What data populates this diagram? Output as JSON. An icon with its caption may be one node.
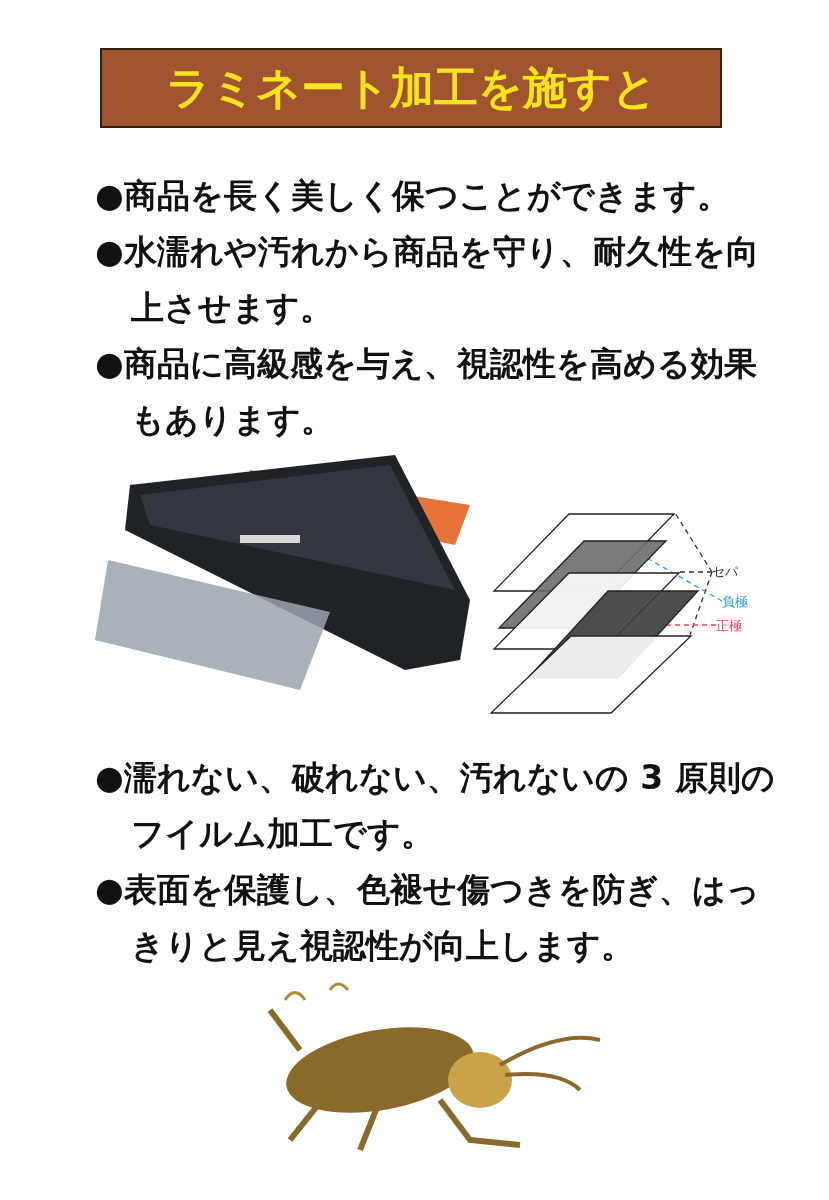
{
  "diagram": {
    "nodes": [
      {
        "text": [
          "ラミネート加工を施すと"
        ]
      },
      {
        "text": [],
        "shape": "parallelogram"
      },
      {
        "text": [],
        "shape": "parallelogram"
      },
      {
        "text": [],
        "shape": "parallelogram"
      },
      {
        "text": [],
        "shape": "parallelogram"
      },
      {
        "text": [],
        "shape": "parallelogram"
      },
      {
        "text": [
          "セパ"
        ]
      },
      {
        "text": [
          "負極"
        ]
      },
      {
        "text": [
          "正極"
        ]
      }
    ],
    "edges": [
      {
        "from": 6,
        "to": 1,
        "arrow": "none",
        "style": "dashed"
      },
      {
        "from": 6,
        "to": 3,
        "arrow": "none",
        "style": "dashed"
      },
      {
        "from": 6,
        "to": 5,
        "arrow": "none",
        "style": "dashed"
      },
      {
        "from": 7,
        "to": 2,
        "arrow": "none",
        "style": "dashed",
        "color": "#2aa0d8"
      },
      {
        "from": 8,
        "to": 4,
        "arrow": "none",
        "style": "dashed",
        "color": "#e8475f"
      }
    ],
    "labels": [
      "●商品を長く美しく保つことができます。",
      "●水濡れや汚れから商品を守り、耐久性を向上させます。",
      "●商品に高級感を与え、視認性を高める効果もあります。",
      "●濡れない、破れない、汚れないの 3 原則のフイルム加工です。",
      "●表面を保護し、色褪せ傷つきを防ぎ、はっきりと見え視認性が向上します。"
    ]
  }
}
